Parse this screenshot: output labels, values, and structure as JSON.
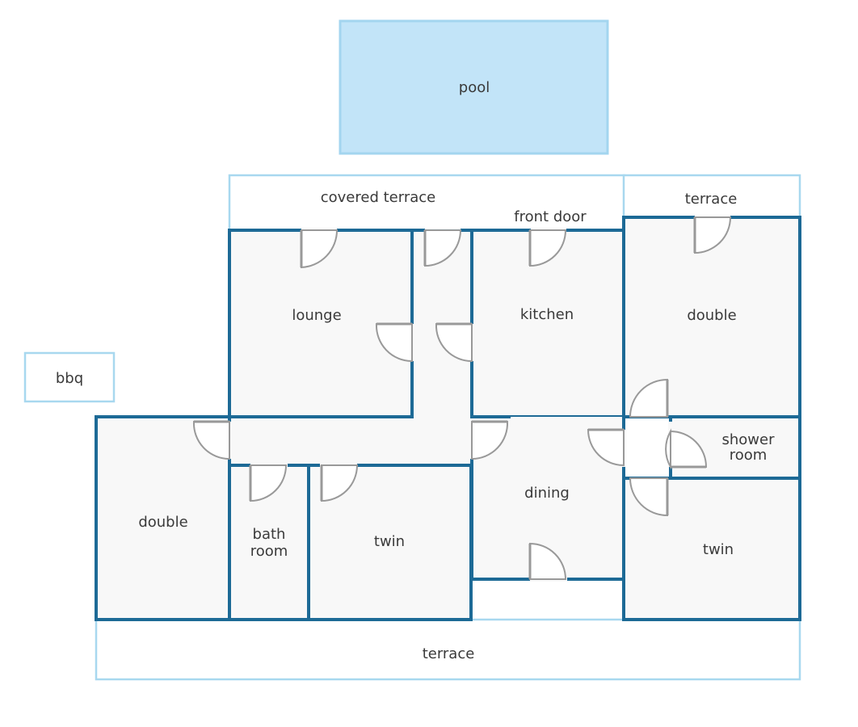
{
  "labels": {
    "pool": "pool",
    "covered_terrace": "covered terrace",
    "front_door": "front door",
    "terrace_top": "terrace",
    "lounge": "lounge",
    "kitchen": "kitchen",
    "double_right": "double",
    "bbq": "bbq",
    "double_left": "double",
    "bath_1": "bath",
    "bath_2": "room",
    "twin_left": "twin",
    "dining": "dining",
    "shower_1": "shower",
    "shower_2": "room",
    "twin_right": "twin",
    "terrace_bottom": "terrace"
  },
  "colors": {
    "wall": "#1d6a96",
    "outdoor_outline": "#a8d8ef",
    "pool_fill": "#c2e4f8",
    "floor": "#f8f8f8",
    "door": "#999999"
  }
}
